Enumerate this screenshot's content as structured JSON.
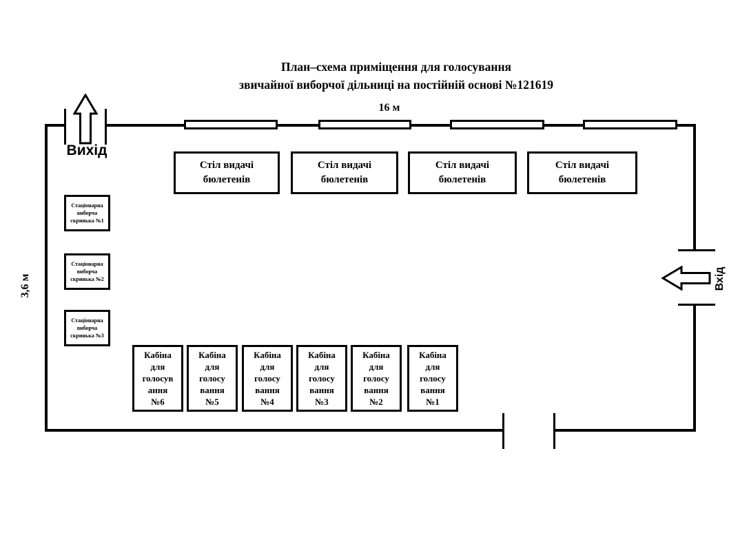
{
  "title": {
    "line1": "План–схема приміщення для голосування",
    "line2": "звичайної виборчої дільниці на постійній основі №121619"
  },
  "labels": {
    "top_width": "16 м",
    "left_height": "3,6 м",
    "exit": "Вихід",
    "entrance": "Вхід"
  },
  "colors": {
    "wall": "#000000",
    "background": "#ffffff"
  },
  "icons": {
    "exit_arrow": "arrow-up-outline",
    "entrance_arrow": "arrow-left-outline"
  },
  "tables": [
    {
      "line1": "Стіл видачі",
      "line2": "бюлетенів"
    },
    {
      "line1": "Стіл видачі",
      "line2": "бюлетенів"
    },
    {
      "line1": "Стіл видачі",
      "line2": "бюлетенів"
    },
    {
      "line1": "Стіл видачі",
      "line2": "бюлетенів"
    }
  ],
  "ballot_boxes": [
    {
      "line1": "Стаціонарна",
      "line2": "виборча",
      "line3": "скринька №1"
    },
    {
      "line1": "Стаціонарна",
      "line2": "виборча",
      "line3": "скринька №2"
    },
    {
      "line1": "Стаціонарна",
      "line2": "виборча",
      "line3": "скринька №3"
    }
  ],
  "booths": [
    {
      "line1": "Кабіна",
      "line2": "для",
      "line3": "голосув",
      "line4": "ання",
      "line5": "№6"
    },
    {
      "line1": "Кабіна",
      "line2": "для",
      "line3": "голосу",
      "line4": "вання",
      "line5": "№5"
    },
    {
      "line1": "Кабіна",
      "line2": "для",
      "line3": "голосу",
      "line4": "вання",
      "line5": "№4"
    },
    {
      "line1": "Кабіна",
      "line2": "для",
      "line3": "голосу",
      "line4": "вання",
      "line5": "№3"
    },
    {
      "line1": "Кабіна",
      "line2": "для",
      "line3": "голосу",
      "line4": "вання",
      "line5": "№2"
    },
    {
      "line1": "Кабіна",
      "line2": "для",
      "line3": "голосу",
      "line4": "вання",
      "line5": "№1"
    }
  ]
}
